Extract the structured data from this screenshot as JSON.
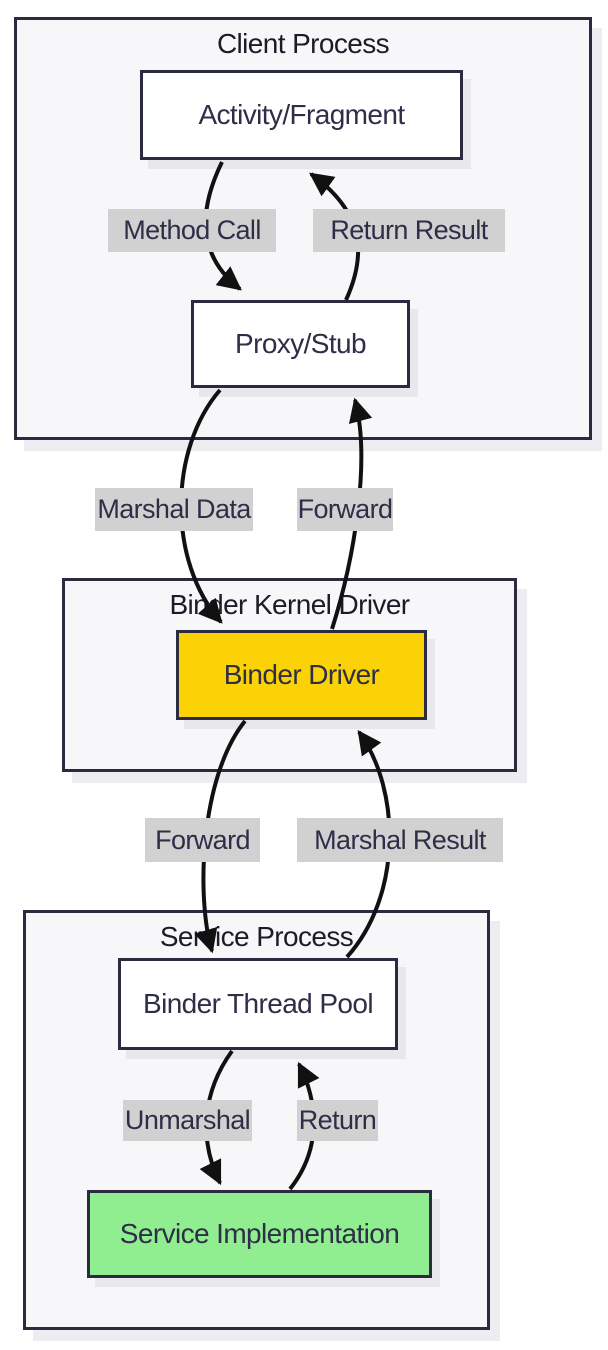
{
  "diagram": {
    "containers": [
      {
        "id": "client",
        "title": "Client Process"
      },
      {
        "id": "kernel",
        "title": "Binder Kernel Driver"
      },
      {
        "id": "service",
        "title": "Service Process"
      }
    ],
    "nodes": [
      {
        "id": "activity",
        "label": "Activity/Fragment",
        "fill": "#ffffff"
      },
      {
        "id": "proxy",
        "label": "Proxy/Stub",
        "fill": "#ffffff"
      },
      {
        "id": "driver",
        "label": "Binder Driver",
        "fill": "#fbd205"
      },
      {
        "id": "threadpool",
        "label": "Binder Thread Pool",
        "fill": "#ffffff"
      },
      {
        "id": "impl",
        "label": "Service Implementation",
        "fill": "#90ee90"
      }
    ],
    "edges": [
      {
        "name": "method-call",
        "label": "Method Call"
      },
      {
        "name": "return-result",
        "label": "Return Result"
      },
      {
        "name": "marshal-data",
        "label": "Marshal Data"
      },
      {
        "name": "forward-to-driver",
        "label": "Forward"
      },
      {
        "name": "forward-to-service",
        "label": "Forward"
      },
      {
        "name": "marshal-result",
        "label": "Marshal Result"
      },
      {
        "name": "unmarshal",
        "label": "Unmarshal"
      },
      {
        "name": "return",
        "label": "Return"
      }
    ],
    "colors": {
      "container_fill": "#f7f7fa",
      "border": "#2b2b40",
      "node_fill": "#ffffff",
      "driver_fill": "#fbd205",
      "service_impl_fill": "#90ee90",
      "edge_label_bg": "#d1d1d1",
      "node_text": "#2e2e48",
      "title_text": "#1c1c28",
      "arrow": "#111111"
    }
  }
}
